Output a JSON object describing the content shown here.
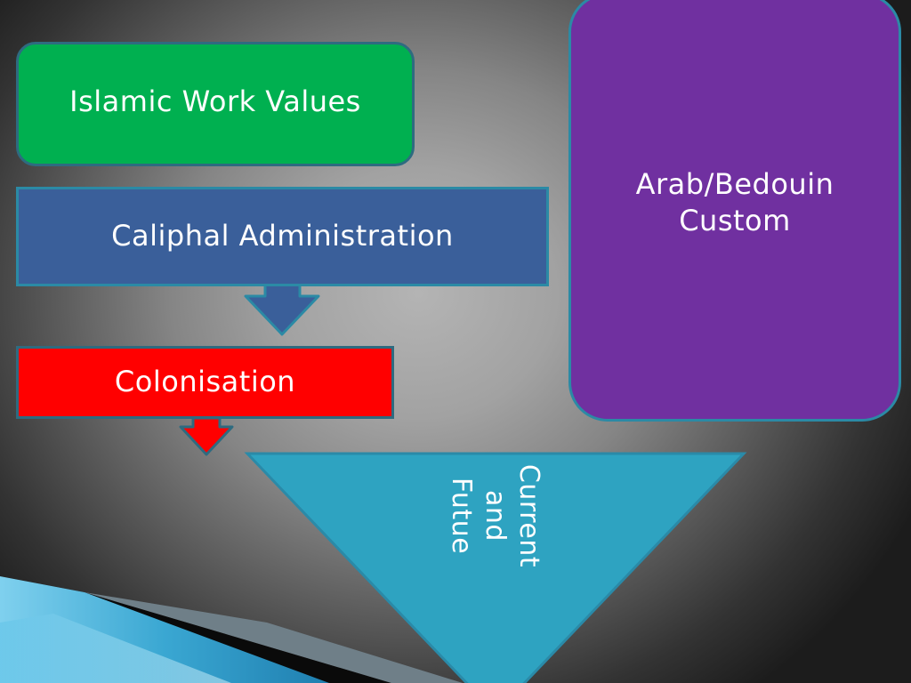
{
  "nodes": {
    "islamic_work_values": "Islamic Work Values",
    "caliphal_administration": "Caliphal Administration",
    "colonisation": "Colonisation",
    "arab_bedouin_custom": "Arab/Bedouin\nCustom",
    "current_and_future": "Current\nand\nFutue"
  },
  "colors": {
    "islamic_work_values": "#00b050",
    "caliphal_administration": "#3a5f9a",
    "colonisation": "#ff0000",
    "arab_bedouin_custom": "#7030a0",
    "current_and_future": "#2ea3c1",
    "box_border": "#2e6b80"
  },
  "edges": [
    {
      "from": "caliphal_administration",
      "to": "colonisation"
    },
    {
      "from": "colonisation",
      "to": "current_and_future"
    }
  ]
}
